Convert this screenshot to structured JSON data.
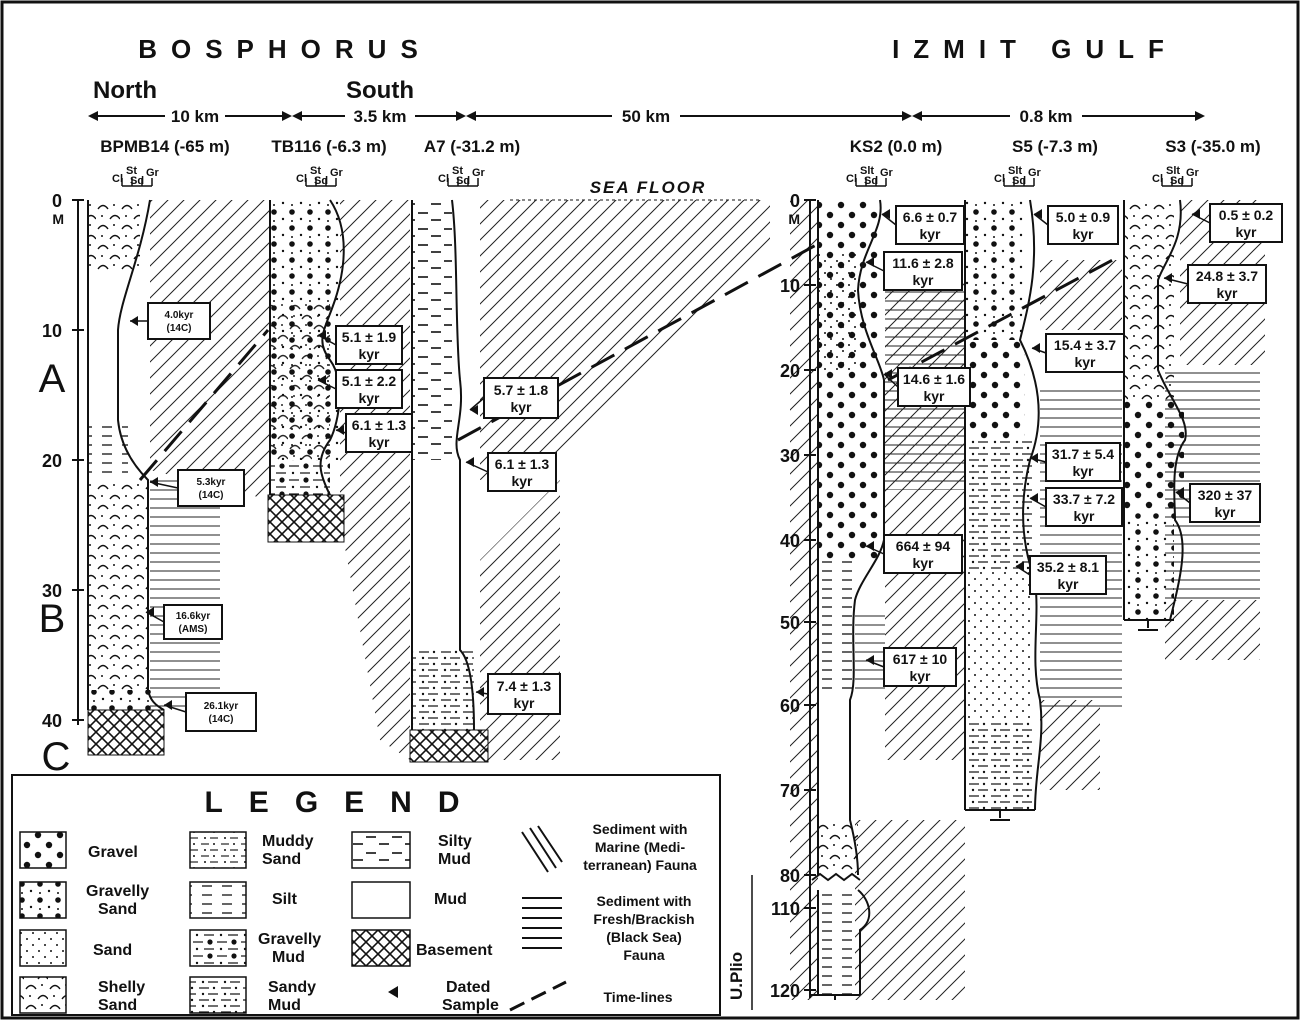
{
  "titles": {
    "left": "BOSPHORUS",
    "right": "IZMIT GULF"
  },
  "regions": {
    "north": "North",
    "south": "South"
  },
  "distances": {
    "d1": "10 km",
    "d2": "3.5 km",
    "d3": "50 km",
    "d4": "0.8 km"
  },
  "sea_floor": "SEA FLOOR",
  "grain_labels": {
    "cl": "Cl",
    "st": "St",
    "sd": "Sd",
    "gr": "Gr",
    "slt": "Slt"
  },
  "cores": {
    "bpmb14": "BPMB14 (-65 m)",
    "tb116": "TB116 (-6.3 m)",
    "a7": "A7 (-31.2 m)",
    "ks2": "KS2 (0.0 m)",
    "s5": "S5 (-7.3 m)",
    "s3": "S3 (-35.0 m)"
  },
  "depth_axis_left": {
    "unit": "M",
    "ticks": [
      "0",
      "10",
      "20",
      "30",
      "40"
    ]
  },
  "depth_axis_right": {
    "unit": "M",
    "ticks": [
      "0",
      "10",
      "20",
      "30",
      "40",
      "50",
      "60",
      "70",
      "80",
      "110",
      "120"
    ]
  },
  "units": {
    "a": "A",
    "b": "B",
    "c": "C"
  },
  "plio_label": "U.Plio",
  "ages": {
    "bp1": {
      "l1": "4.0kyr",
      "l2": "(14C)"
    },
    "bp2": {
      "l1": "5.3kyr",
      "l2": "(14C)"
    },
    "bp3": {
      "l1": "16.6kyr",
      "l2": "(AMS)"
    },
    "bp4": {
      "l1": "26.1kyr",
      "l2": "(14C)"
    },
    "tb1": {
      "l1": "5.1 ± 1.9",
      "l2": "kyr"
    },
    "tb2": {
      "l1": "5.1 ± 2.2",
      "l2": "kyr"
    },
    "tb3": {
      "l1": "6.1 ± 1.3",
      "l2": "kyr"
    },
    "a71": {
      "l1": "5.7 ± 1.8",
      "l2": "kyr"
    },
    "a72": {
      "l1": "6.1 ± 1.3",
      "l2": "kyr"
    },
    "a73": {
      "l1": "7.4 ± 1.3",
      "l2": "kyr"
    },
    "ks1": {
      "l1": "6.6 ± 0.7",
      "l2": "kyr"
    },
    "ks2": {
      "l1": "11.6 ± 2.8",
      "l2": "kyr"
    },
    "ks3": {
      "l1": "14.6 ± 1.6",
      "l2": "kyr"
    },
    "ks4": {
      "l1": "664 ± 94",
      "l2": "kyr"
    },
    "ks5": {
      "l1": "617 ± 10",
      "l2": "kyr"
    },
    "s51": {
      "l1": "5.0 ± 0.9",
      "l2": "kyr"
    },
    "s52": {
      "l1": "15.4 ± 3.7",
      "l2": "kyr"
    },
    "s53": {
      "l1": "31.7 ± 5.4",
      "l2": "kyr"
    },
    "s54": {
      "l1": "33.7 ± 7.2",
      "l2": "kyr"
    },
    "s55": {
      "l1": "35.2 ± 8.1",
      "l2": "kyr"
    },
    "s31": {
      "l1": "0.5 ± 0.2",
      "l2": "kyr"
    },
    "s32": {
      "l1": "24.8 ± 3.7",
      "l2": "kyr"
    },
    "s33": {
      "l1": "320 ± 37",
      "l2": "kyr"
    }
  },
  "legend": {
    "title": "LEGEND",
    "gravel": "Gravel",
    "gravelly_sand": {
      "l1": "Gravelly",
      "l2": "Sand"
    },
    "sand": "Sand",
    "shelly_sand": {
      "l1": "Shelly",
      "l2": "Sand"
    },
    "muddy_sand": {
      "l1": "Muddy",
      "l2": "Sand"
    },
    "silt": "Silt",
    "gravelly_mud": {
      "l1": "Gravelly",
      "l2": "Mud"
    },
    "sandy_mud": {
      "l1": "Sandy",
      "l2": "Mud"
    },
    "silty_mud": {
      "l1": "Silty",
      "l2": "Mud"
    },
    "mud": "Mud",
    "basement": "Basement",
    "dated_sample": {
      "l1": "Dated",
      "l2": "Sample"
    },
    "marine": {
      "l1": "Sediment with",
      "l2": "Marine (Medi-",
      "l3": "terranean) Fauna"
    },
    "fresh": {
      "l1": "Sediment with",
      "l2": "Fresh/Brackish",
      "l3": "(Black Sea)",
      "l4": "Fauna"
    },
    "timelines": "Time-lines"
  }
}
